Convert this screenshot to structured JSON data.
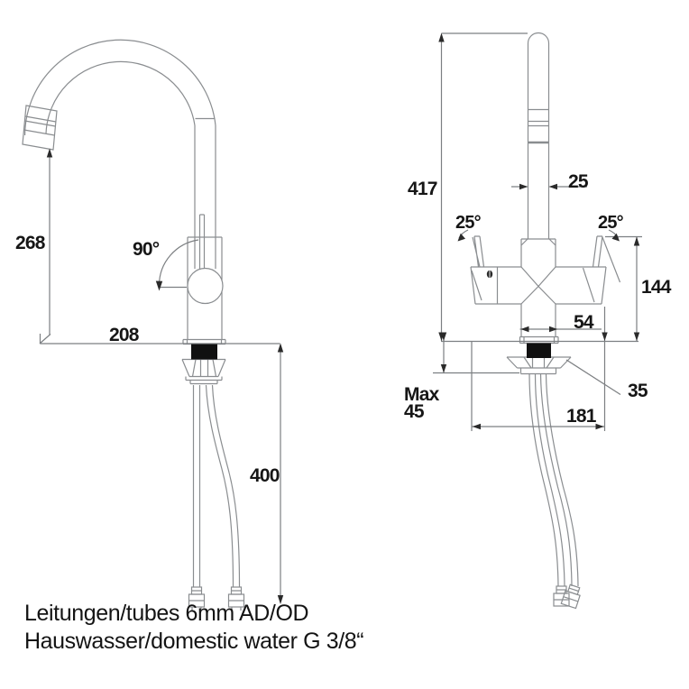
{
  "diagram": {
    "title_hint": "faucet installation dimension drawing",
    "left_view": {
      "spout_height": "268",
      "swivel_angle": "90°",
      "reach": "208",
      "hose_length": "400"
    },
    "right_view": {
      "total_height": "417",
      "pipe_diameter": "25",
      "handle_angle_left": "25°",
      "handle_angle_right": "25°",
      "body_height": "144",
      "base_width": "54",
      "max_label": "Max",
      "max_counter_thickness": "45",
      "flange_diameter": "35",
      "tube_offset": "181"
    },
    "notes": {
      "line1": "Leitungen/tubes 6mm AD/OD",
      "line2": "Hauswasser/domestic water G 3/8“"
    },
    "colors": {
      "line": "#8a8d90",
      "dim_line": "#7c7f82",
      "arrow": "#2a2a2a",
      "text": "#161616",
      "solid_part": "#101010",
      "background": "#ffffff"
    }
  }
}
